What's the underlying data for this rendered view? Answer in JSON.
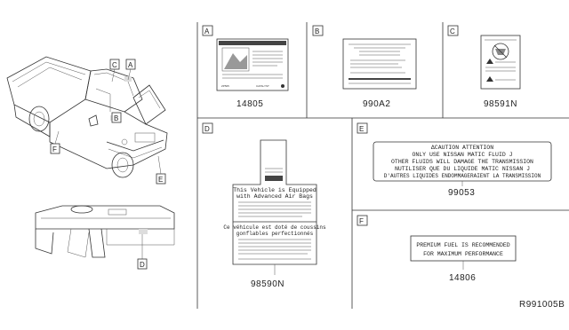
{
  "panels": {
    "A": {
      "letter": "A",
      "part_number": "14805",
      "label_left": "ZP505",
      "label_right": "CATALYST"
    },
    "B": {
      "letter": "B",
      "part_number": "990A2"
    },
    "C": {
      "letter": "C",
      "part_number": "98591N"
    },
    "D": {
      "letter": "D",
      "part_number": "98590N",
      "heading_1": "This Vehicle is Equipped",
      "heading_2": "with Advanced Air Bags",
      "fr_1": "Ce véhicule est doté de coussins",
      "fr_2": "gonflables perfectionnés"
    },
    "E": {
      "letter": "E",
      "part_number": "99053",
      "lines": [
        "ΔCAUTION  ATTENTION",
        "ONLY USE NISSAN MATIC FLUID J",
        "OTHER FLUIDS WILL DAMAGE THE TRANSMISSION",
        "NUTILISER QUE DU LIQUIDE MATIC NISSAN J",
        "D'AUTRES LIQUIDES ENDOMMAGERAIENT LA TRANSMISSION"
      ]
    },
    "F": {
      "letter": "F",
      "part_number": "14806",
      "lines": [
        "PREMIUM FUEL IS RECOMMENDED",
        "FOR MAXIMUM PERFORMANCE"
      ]
    }
  },
  "callouts": {
    "A": "A",
    "B": "B",
    "C": "C",
    "D": "D",
    "E": "E",
    "F": "F"
  },
  "diagram_id": "R991005B"
}
